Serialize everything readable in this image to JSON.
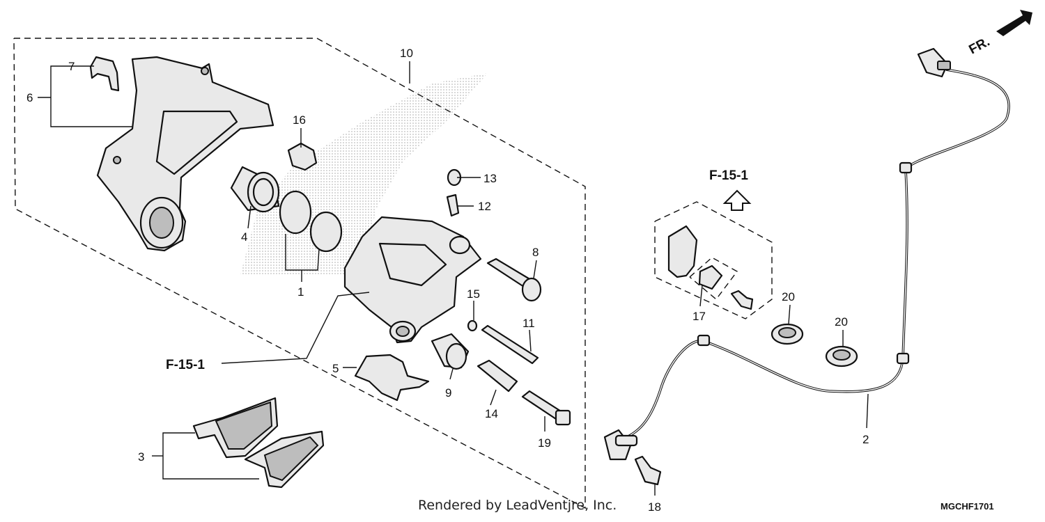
{
  "diagram": {
    "callouts": [
      "1",
      "2",
      "3",
      "4",
      "5",
      "6",
      "7",
      "8",
      "9",
      "10",
      "11",
      "12",
      "13",
      "14",
      "15",
      "16",
      "17",
      "18",
      "19",
      "20",
      "20"
    ],
    "reference_labels": [
      "F-15-1",
      "F-15-1"
    ],
    "direction_label": "FR.",
    "credit": "Rendered by LeadVentjre, Inc.",
    "diagram_code": "MGCHF1701"
  }
}
